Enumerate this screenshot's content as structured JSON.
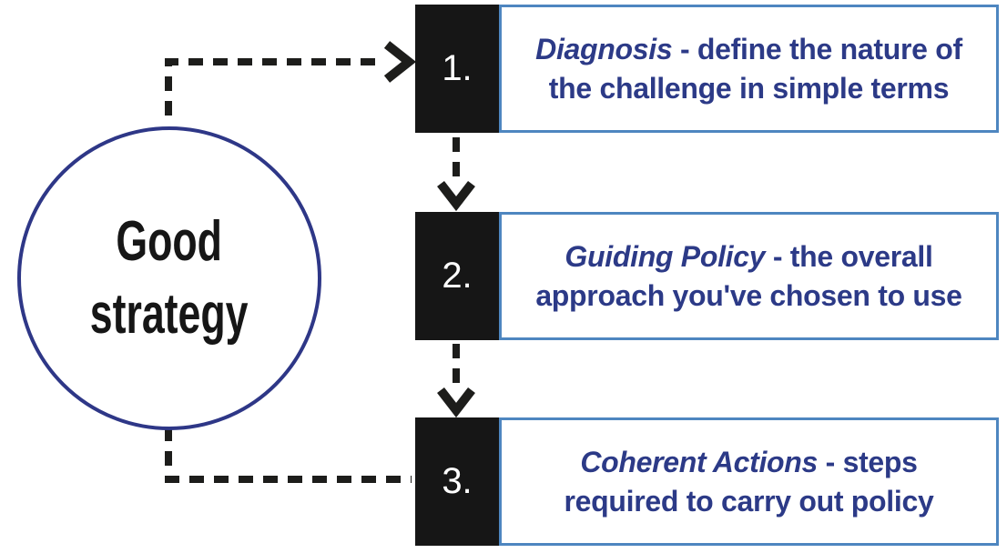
{
  "circle": {
    "line1": "Good",
    "line2": "strategy"
  },
  "steps": [
    {
      "number": "1.",
      "term": "Diagnosis",
      "rest": " - define the nature of",
      "line2": "the challenge in simple terms"
    },
    {
      "number": "2.",
      "term": "Guiding Policy",
      "rest": " - the overall",
      "line2": "approach you've chosen to use"
    },
    {
      "number": "3.",
      "term": "Coherent Actions",
      "rest": " - steps",
      "line2": "required to carry out policy"
    }
  ],
  "colors": {
    "bg": "#ffffff",
    "ink": "#161616",
    "line": "#1d1d1b",
    "navy_text": "#2c3a87",
    "circle_border": "#2e3787",
    "box_border": "#4e86c0",
    "num_color": "#ffffff"
  }
}
